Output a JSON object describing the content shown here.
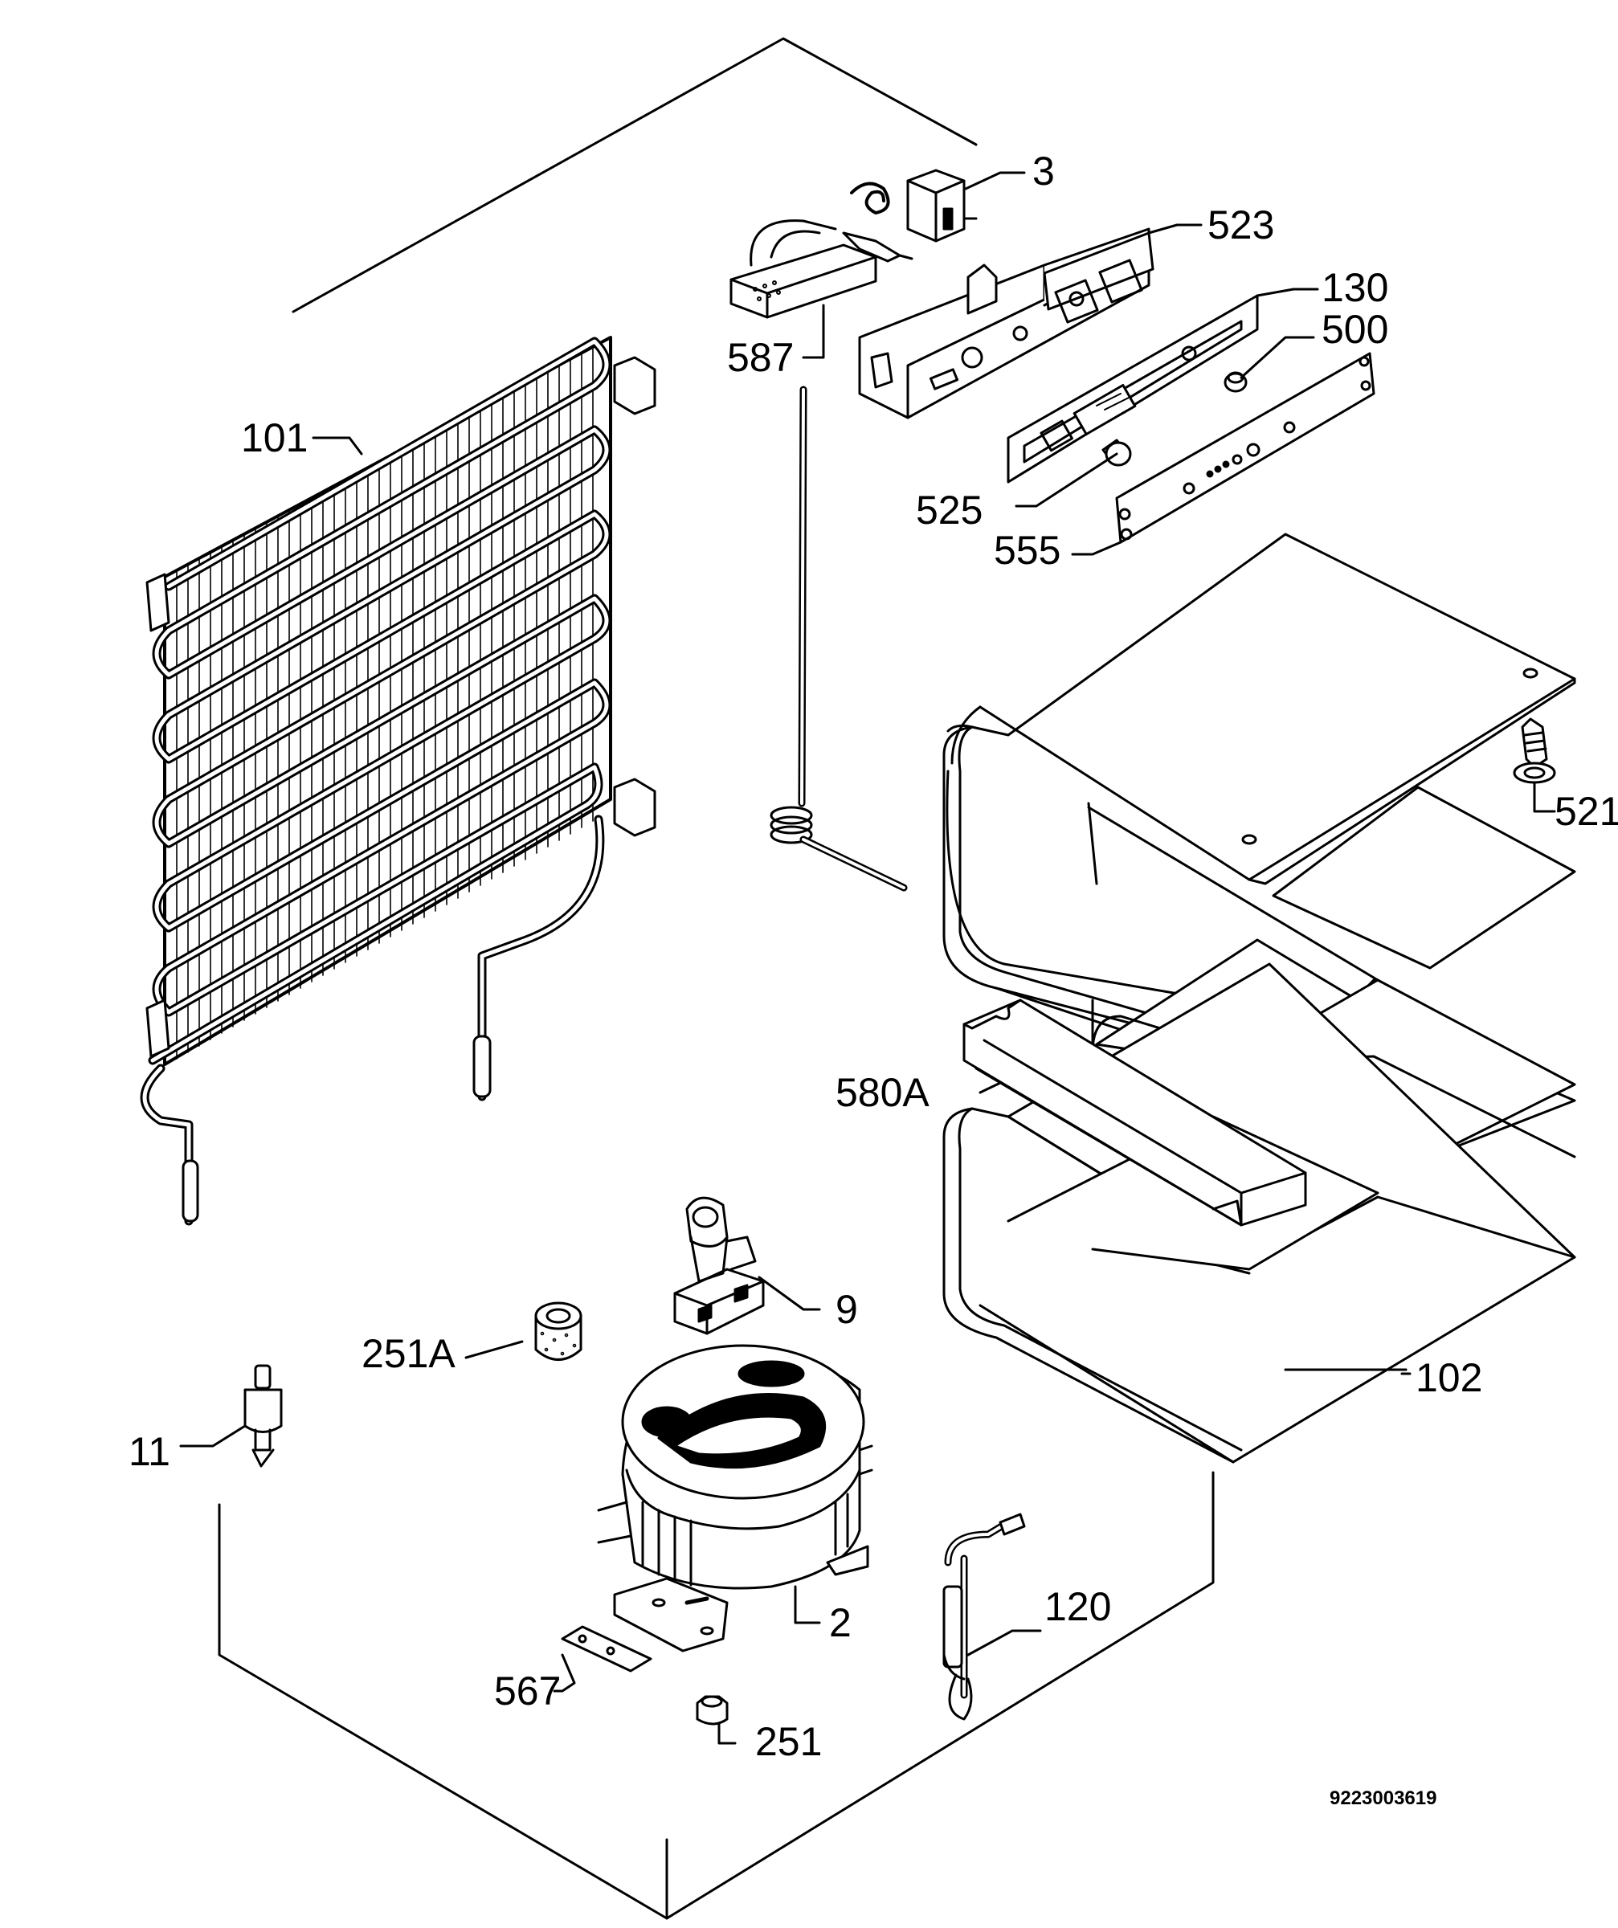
{
  "diagram": {
    "document_number": "9223003619",
    "callouts": {
      "p3": "3",
      "p523": "523",
      "p130": "130",
      "p500": "500",
      "p587": "587",
      "p525": "525",
      "p555": "555",
      "p101": "101",
      "p521": "521",
      "p580A": "580A",
      "p9": "9",
      "p251A": "251A",
      "p11": "11",
      "p102": "102",
      "p120": "120",
      "p2": "2",
      "p567": "567",
      "p251": "251"
    }
  }
}
